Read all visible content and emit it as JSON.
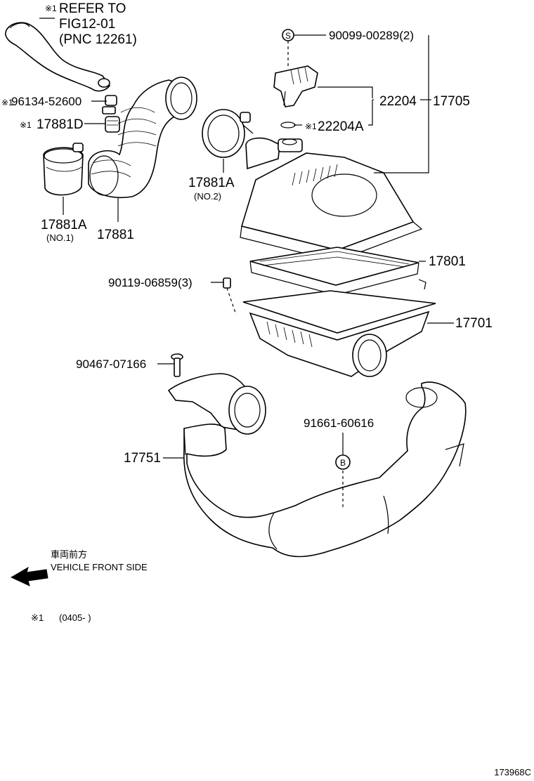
{
  "reference": {
    "mark": "※1",
    "line1": "REFER TO",
    "line2": "FIG12-01",
    "line3": "(PNC 12261)"
  },
  "parts": {
    "p96134": "96134-52600",
    "p17881D": "17881D",
    "p17881A_1": "17881A",
    "p17881A_1_note": "(NO.1)",
    "p17881": "17881",
    "p17881A_2": "17881A",
    "p17881A_2_note": "(NO.2)",
    "p90099": "90099-00289(2)",
    "p22204": "22204",
    "p22204A": "22204A",
    "p17705": "17705",
    "p17801": "17801",
    "p90119": "90119-06859(3)",
    "p17701": "17701",
    "p90467": "90467-07166",
    "p91661": "91661-60616",
    "p17751": "17751"
  },
  "marks": {
    "star": "※1",
    "circle_s": "S",
    "circle_b": "B"
  },
  "direction": {
    "jp": "車両前方",
    "en": "VEHICLE FRONT SIDE",
    "icon": "arrow-left-icon"
  },
  "footnote": {
    "mark": "※1",
    "range": "(0405-   )"
  },
  "figure_id": "173968C"
}
